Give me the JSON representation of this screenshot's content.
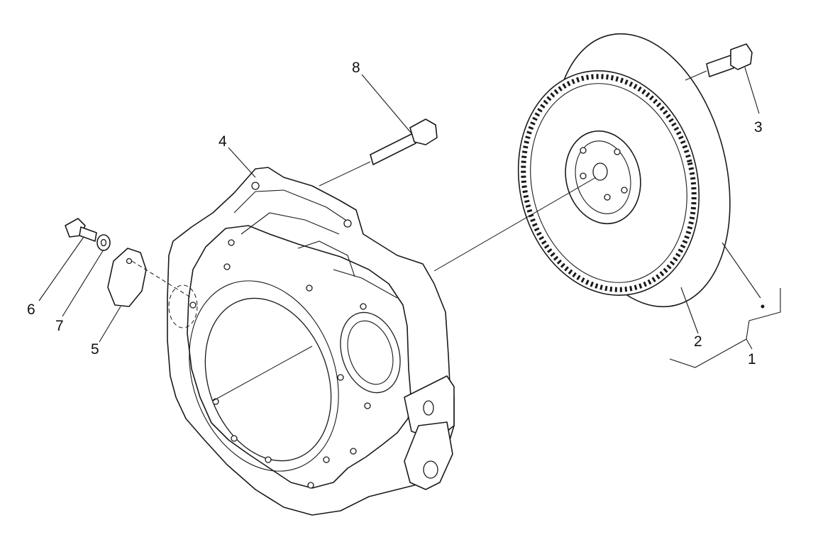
{
  "diagram": {
    "callouts": [
      {
        "id": "1",
        "label": "1"
      },
      {
        "id": "2",
        "label": "2"
      },
      {
        "id": "3",
        "label": "3"
      },
      {
        "id": "4",
        "label": "4"
      },
      {
        "id": "5",
        "label": "5"
      },
      {
        "id": "6",
        "label": "6"
      },
      {
        "id": "7",
        "label": "7"
      },
      {
        "id": "8",
        "label": "8"
      }
    ],
    "line_color": "#1a1a1a",
    "background": "#ffffff"
  }
}
